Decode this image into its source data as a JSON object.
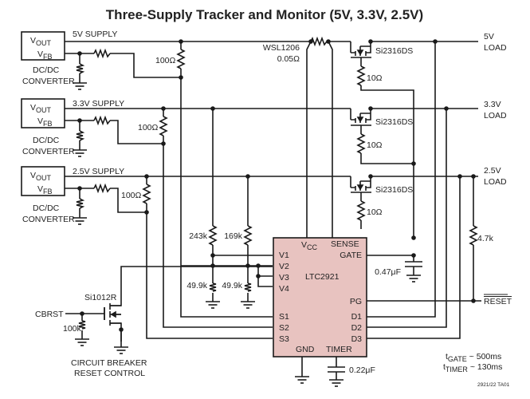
{
  "title": "Three-Supply Tracker and Monitor (5V, 3.3V, 2.5V)",
  "converters": [
    {
      "label_line1": "DC/DC",
      "label_line2": "CONVERTER",
      "vout": "V",
      "vout_sub": "OUT",
      "vfb": "V",
      "vfb_sub": "FB",
      "supply": "5V SUPPLY",
      "series_r": "100Ω"
    },
    {
      "label_line1": "DC/DC",
      "label_line2": "CONVERTER",
      "vout": "V",
      "vout_sub": "OUT",
      "vfb": "V",
      "vfb_sub": "FB",
      "supply": "3.3V SUPPLY",
      "series_r": "100Ω"
    },
    {
      "label_line1": "DC/DC",
      "label_line2": "CONVERTER",
      "vout": "V",
      "vout_sub": "OUT",
      "vfb": "V",
      "vfb_sub": "FB",
      "supply": "2.5V SUPPLY",
      "series_r": "100Ω"
    }
  ],
  "sense_resistor": {
    "part": "WSL1206",
    "value": "0.05Ω"
  },
  "mosfets": [
    {
      "part": "Si2316DS",
      "gate_r": "10Ω"
    },
    {
      "part": "Si2316DS",
      "gate_r": "10Ω"
    },
    {
      "part": "Si2316DS",
      "gate_r": "10Ω"
    }
  ],
  "loads": [
    {
      "line1": "5V",
      "line2": "LOAD"
    },
    {
      "line1": "3.3V",
      "line2": "LOAD"
    },
    {
      "line1": "2.5V",
      "line2": "LOAD"
    }
  ],
  "dividers": {
    "r_top_1": "243k",
    "r_top_2": "169k",
    "r_bot_1": "49.9k",
    "r_bot_2": "49.9k"
  },
  "chip": {
    "name": "LTC2921",
    "fill": "#e8c3c0",
    "pins_left": [
      "V1",
      "V2",
      "V3",
      "V4",
      "S1",
      "S2",
      "S3"
    ],
    "pins_right": [
      "GATE",
      "PG",
      "D1",
      "D2",
      "D3"
    ],
    "vcc": "V",
    "vcc_sub": "CC",
    "sense": "SENSE",
    "gnd": "GND",
    "timer": "TIMER"
  },
  "gate_cap": "0.47μF",
  "timer_cap": "0.22μF",
  "pullup": "4.7k",
  "reset_label": "RESET",
  "cb_reset": {
    "input": "CBRST",
    "fet": "Si1012R",
    "pulldown": "100k",
    "caption_line1": "CIRCUIT BREAKER",
    "caption_line2": "RESET CONTROL"
  },
  "timing": {
    "t_gate": "t",
    "t_gate_sub": "GATE",
    "t_gate_val": " ~ 500ms",
    "t_timer": "t",
    "t_timer_sub": "TIMER",
    "t_timer_val": " ~ 130ms"
  },
  "figure_id": "2921/22 TA01"
}
